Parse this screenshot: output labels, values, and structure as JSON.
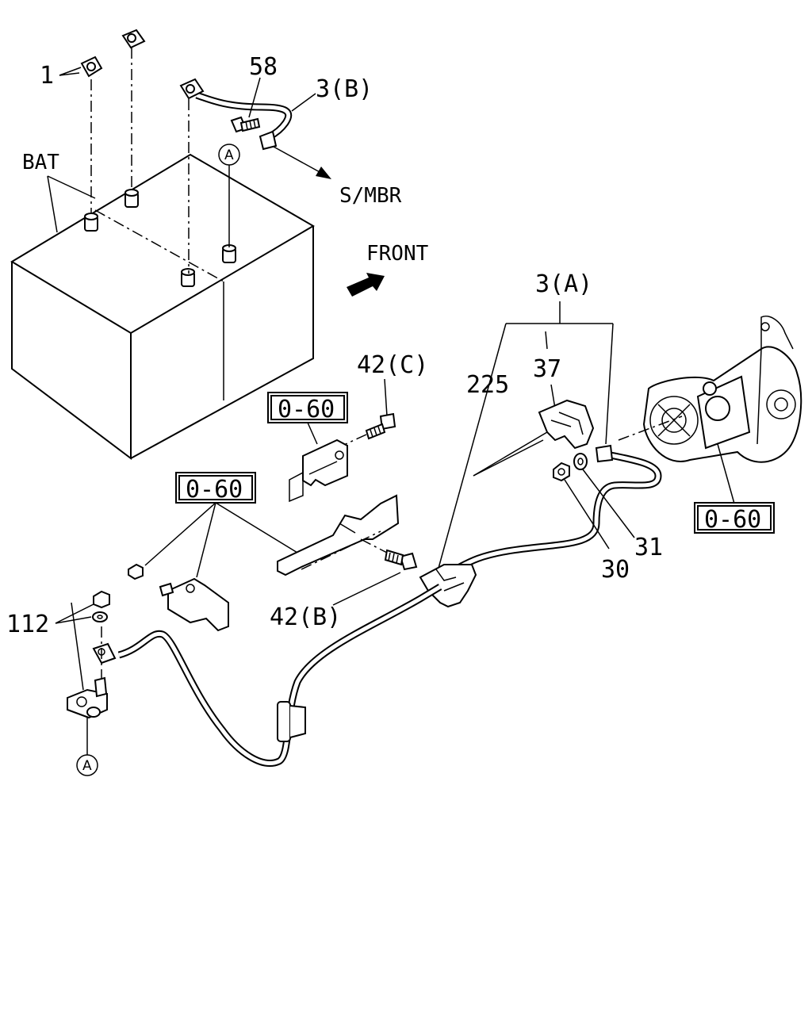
{
  "labels": {
    "part_1": "1",
    "part_58": "58",
    "part_3b": "3(B)",
    "bat": "BAT",
    "smbr": "S/MBR",
    "front": "FRONT",
    "part_3a": "3(A)",
    "part_37": "37",
    "part_225": "225",
    "part_42c": "42(C)",
    "ref_060_a": "0-60",
    "ref_060_b": "0-60",
    "ref_060_c": "0-60",
    "part_31": "31",
    "part_30": "30",
    "part_112": "112",
    "part_42b": "42(B)",
    "circle_a_top": "A",
    "circle_a_bottom": "A"
  }
}
